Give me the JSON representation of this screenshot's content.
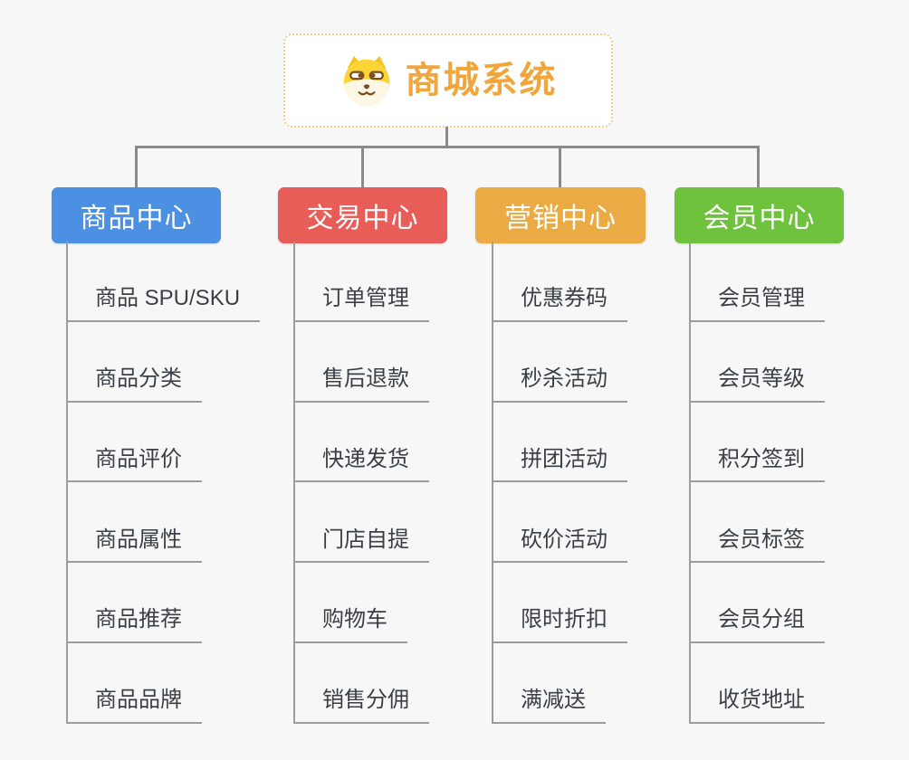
{
  "root": {
    "title": "商城系统",
    "icon": "doge-icon",
    "title_color": "#f0a63c",
    "border_color": "#f6cd8d"
  },
  "connector_color": "#8a8a8a",
  "underline_color": "#9c9c9c",
  "background_color": "#f7f7f7",
  "branches": [
    {
      "label": "商品中心",
      "color": "#4b90e2",
      "children": [
        "商品 SPU/SKU",
        "商品分类",
        "商品评价",
        "商品属性",
        "商品推荐",
        "商品品牌"
      ]
    },
    {
      "label": "交易中心",
      "color": "#e95d59",
      "children": [
        "订单管理",
        "售后退款",
        "快递发货",
        "门店自提",
        "购物车",
        "销售分佣"
      ]
    },
    {
      "label": "营销中心",
      "color": "#ebab44",
      "children": [
        "优惠券码",
        "秒杀活动",
        "拼团活动",
        "砍价活动",
        "限时折扣",
        "满减送"
      ]
    },
    {
      "label": "会员中心",
      "color": "#6ec23e",
      "children": [
        "会员管理",
        "会员等级",
        "积分签到",
        "会员标签",
        "会员分组",
        "收货地址"
      ]
    }
  ]
}
